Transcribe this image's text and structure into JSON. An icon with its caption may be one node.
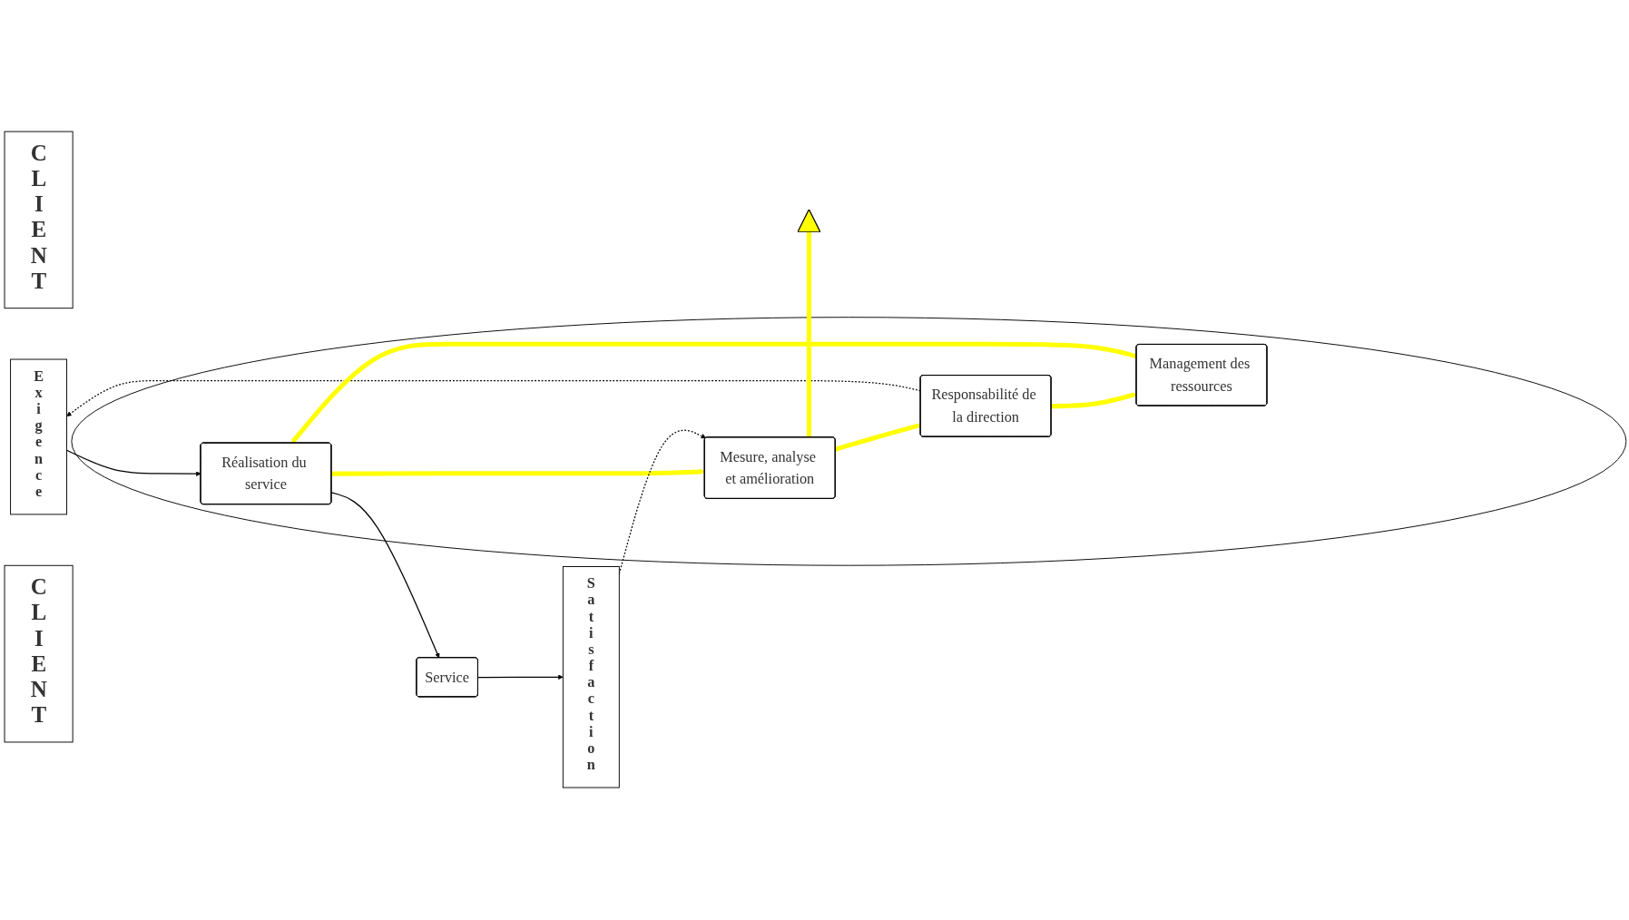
{
  "diagram": {
    "nodes": [
      {
        "text": [
          "CLIENT"
        ]
      },
      {
        "text": [
          "Exigence"
        ]
      },
      {
        "text": [],
        "shape": "circle"
      },
      {
        "text": [
          "Responsabilité de la direction"
        ],
        "in": 2
      },
      {
        "text": [
          "Management des ressources"
        ],
        "in": 2
      },
      {
        "text": [
          "Réalisation du service"
        ],
        "in": 2
      },
      {
        "text": [
          "Mesure, analyse et amélioration"
        ],
        "in": 2
      },
      {
        "text": [
          "Service"
        ]
      },
      {
        "text": [
          "Satisfaction"
        ]
      },
      {
        "text": [
          "CLIENT"
        ]
      }
    ],
    "edges": [
      {
        "from": 3,
        "to": 1,
        "arrow": "to",
        "style": "dashed"
      },
      {
        "from": 3,
        "to": 4,
        "arrow": "to",
        "style": "thick",
        "color": "#ffff00"
      },
      {
        "from": 4,
        "to": 5,
        "arrow": "to",
        "style": "thick",
        "color": "#ffff00"
      },
      {
        "from": 5,
        "to": 6,
        "arrow": "to",
        "style": "thick",
        "color": "#ffff00"
      },
      {
        "from": 6,
        "to": 3,
        "arrow": "to",
        "style": "thick",
        "color": "#ffff00"
      },
      {
        "from": 6,
        "to": null,
        "arrow": "to",
        "style": "thick",
        "color": "#ffff00"
      },
      {
        "from": 1,
        "to": 5,
        "arrow": "to"
      },
      {
        "from": 5,
        "to": 7,
        "arrow": "to"
      },
      {
        "from": 7,
        "to": 8,
        "arrow": "to"
      },
      {
        "from": 8,
        "to": 6,
        "arrow": "to",
        "style": "dashed"
      }
    ]
  }
}
